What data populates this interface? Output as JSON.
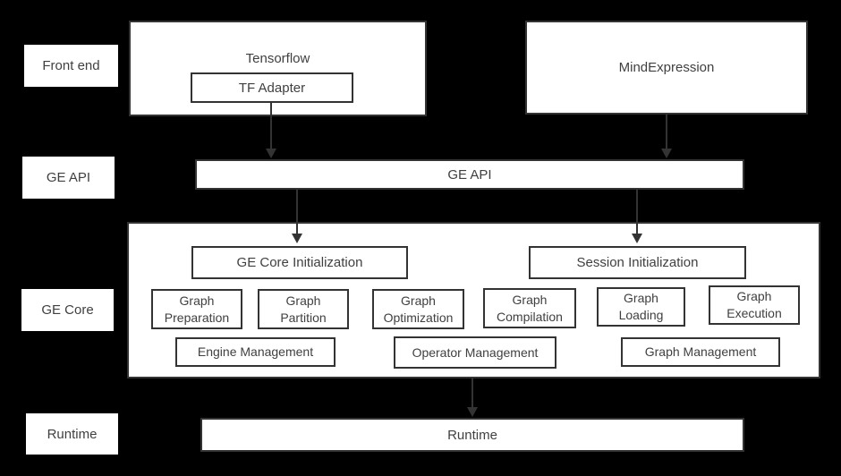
{
  "colors": {
    "background": "#000000",
    "box_fill": "#ffffff",
    "border": "#333333",
    "text": "#404040",
    "arrow": "#333333"
  },
  "side_labels": {
    "front_end": "Front end",
    "ge_api": "GE API",
    "ge_core": "GE Core",
    "runtime": "Runtime"
  },
  "front_end": {
    "tensorflow": {
      "title": "Tensorflow",
      "tf_adapter": "TF Adapter"
    },
    "mind_expression": "MindExpression"
  },
  "ge_api_bar": "GE API",
  "ge_core": {
    "ge_core_initialization": "GE Core Initialization",
    "session_initialization": "Session Initialization",
    "stages": [
      "Graph Preparation",
      "Graph Partition",
      "Graph Optimization",
      "Graph Compilation",
      "Graph Loading",
      "Graph Execution"
    ],
    "management": [
      "Engine Management",
      "Operator Management",
      "Graph Management"
    ]
  },
  "runtime_bar": "Runtime"
}
